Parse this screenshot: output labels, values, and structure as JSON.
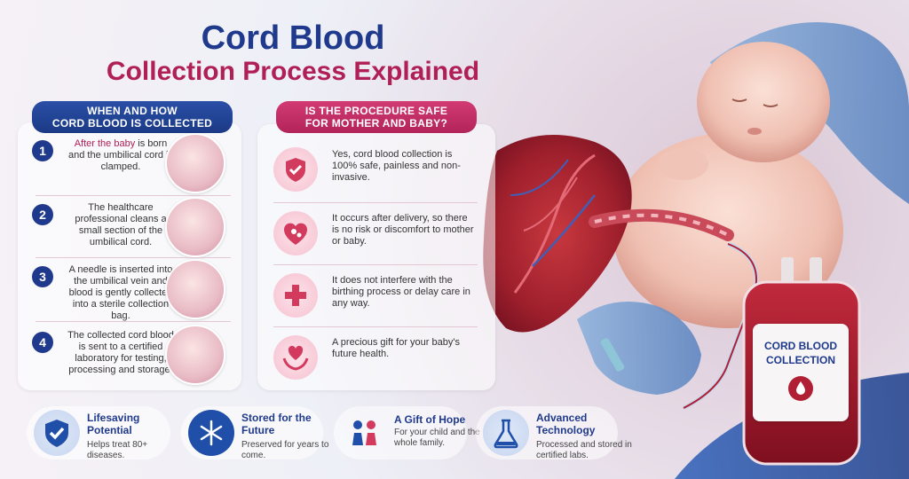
{
  "title": {
    "line1": "Cord Blood",
    "line2": "Collection Process Explained"
  },
  "left_panel": {
    "heading_line1": "WHEN AND HOW",
    "heading_line2": "CORD BLOOD IS COLLECTED",
    "steps": [
      {
        "number": "1",
        "highlight": "After the baby",
        "text": "is born and the umbilical cord is clamped."
      },
      {
        "number": "2",
        "highlight": "",
        "text": "The healthcare professional cleans a small section of the umbilical cord."
      },
      {
        "number": "3",
        "highlight": "",
        "text": "A needle is inserted into the umbilical vein and blood is gently collected into a sterile collection bag."
      },
      {
        "number": "4",
        "highlight": "",
        "text": "The collected cord blood is sent to a certified laboratory for testing, processing and storage."
      }
    ]
  },
  "right_panel": {
    "heading_line1": "IS THE PROCEDURE SAFE",
    "heading_line2": "FOR MOTHER AND BABY?",
    "items": [
      {
        "icon": "shield-check-icon",
        "text": "Yes, cord blood collection is 100% safe, painless and non-invasive."
      },
      {
        "icon": "heart-mother-baby-icon",
        "text": "It occurs after delivery, so there is no risk or discomfort to mother or baby."
      },
      {
        "icon": "medical-cross-icon",
        "text": "It does not interfere with the birthing process or delay care in any way."
      },
      {
        "icon": "heart-hands-icon",
        "text": "A precious gift for your baby's future health."
      }
    ]
  },
  "features": [
    {
      "icon": "shield-check-icon",
      "title": "Lifesaving Potential",
      "desc": "Helps treat 80+ diseases."
    },
    {
      "icon": "snowflake-icon",
      "title": "Stored for the Future",
      "desc": "Preserved for years to come."
    },
    {
      "icon": "family-icon",
      "title": "A Gift of Hope",
      "desc": "For your child and the whole family."
    },
    {
      "icon": "flask-icon",
      "title": "Advanced Technology",
      "desc": "Processed and stored in certified labs."
    }
  ],
  "bag_label": {
    "line1": "CORD BLOOD",
    "line2": "COLLECTION"
  },
  "colors": {
    "navy": "#1f3a8c",
    "magenta": "#b01f55",
    "blood": "#a3122c"
  }
}
